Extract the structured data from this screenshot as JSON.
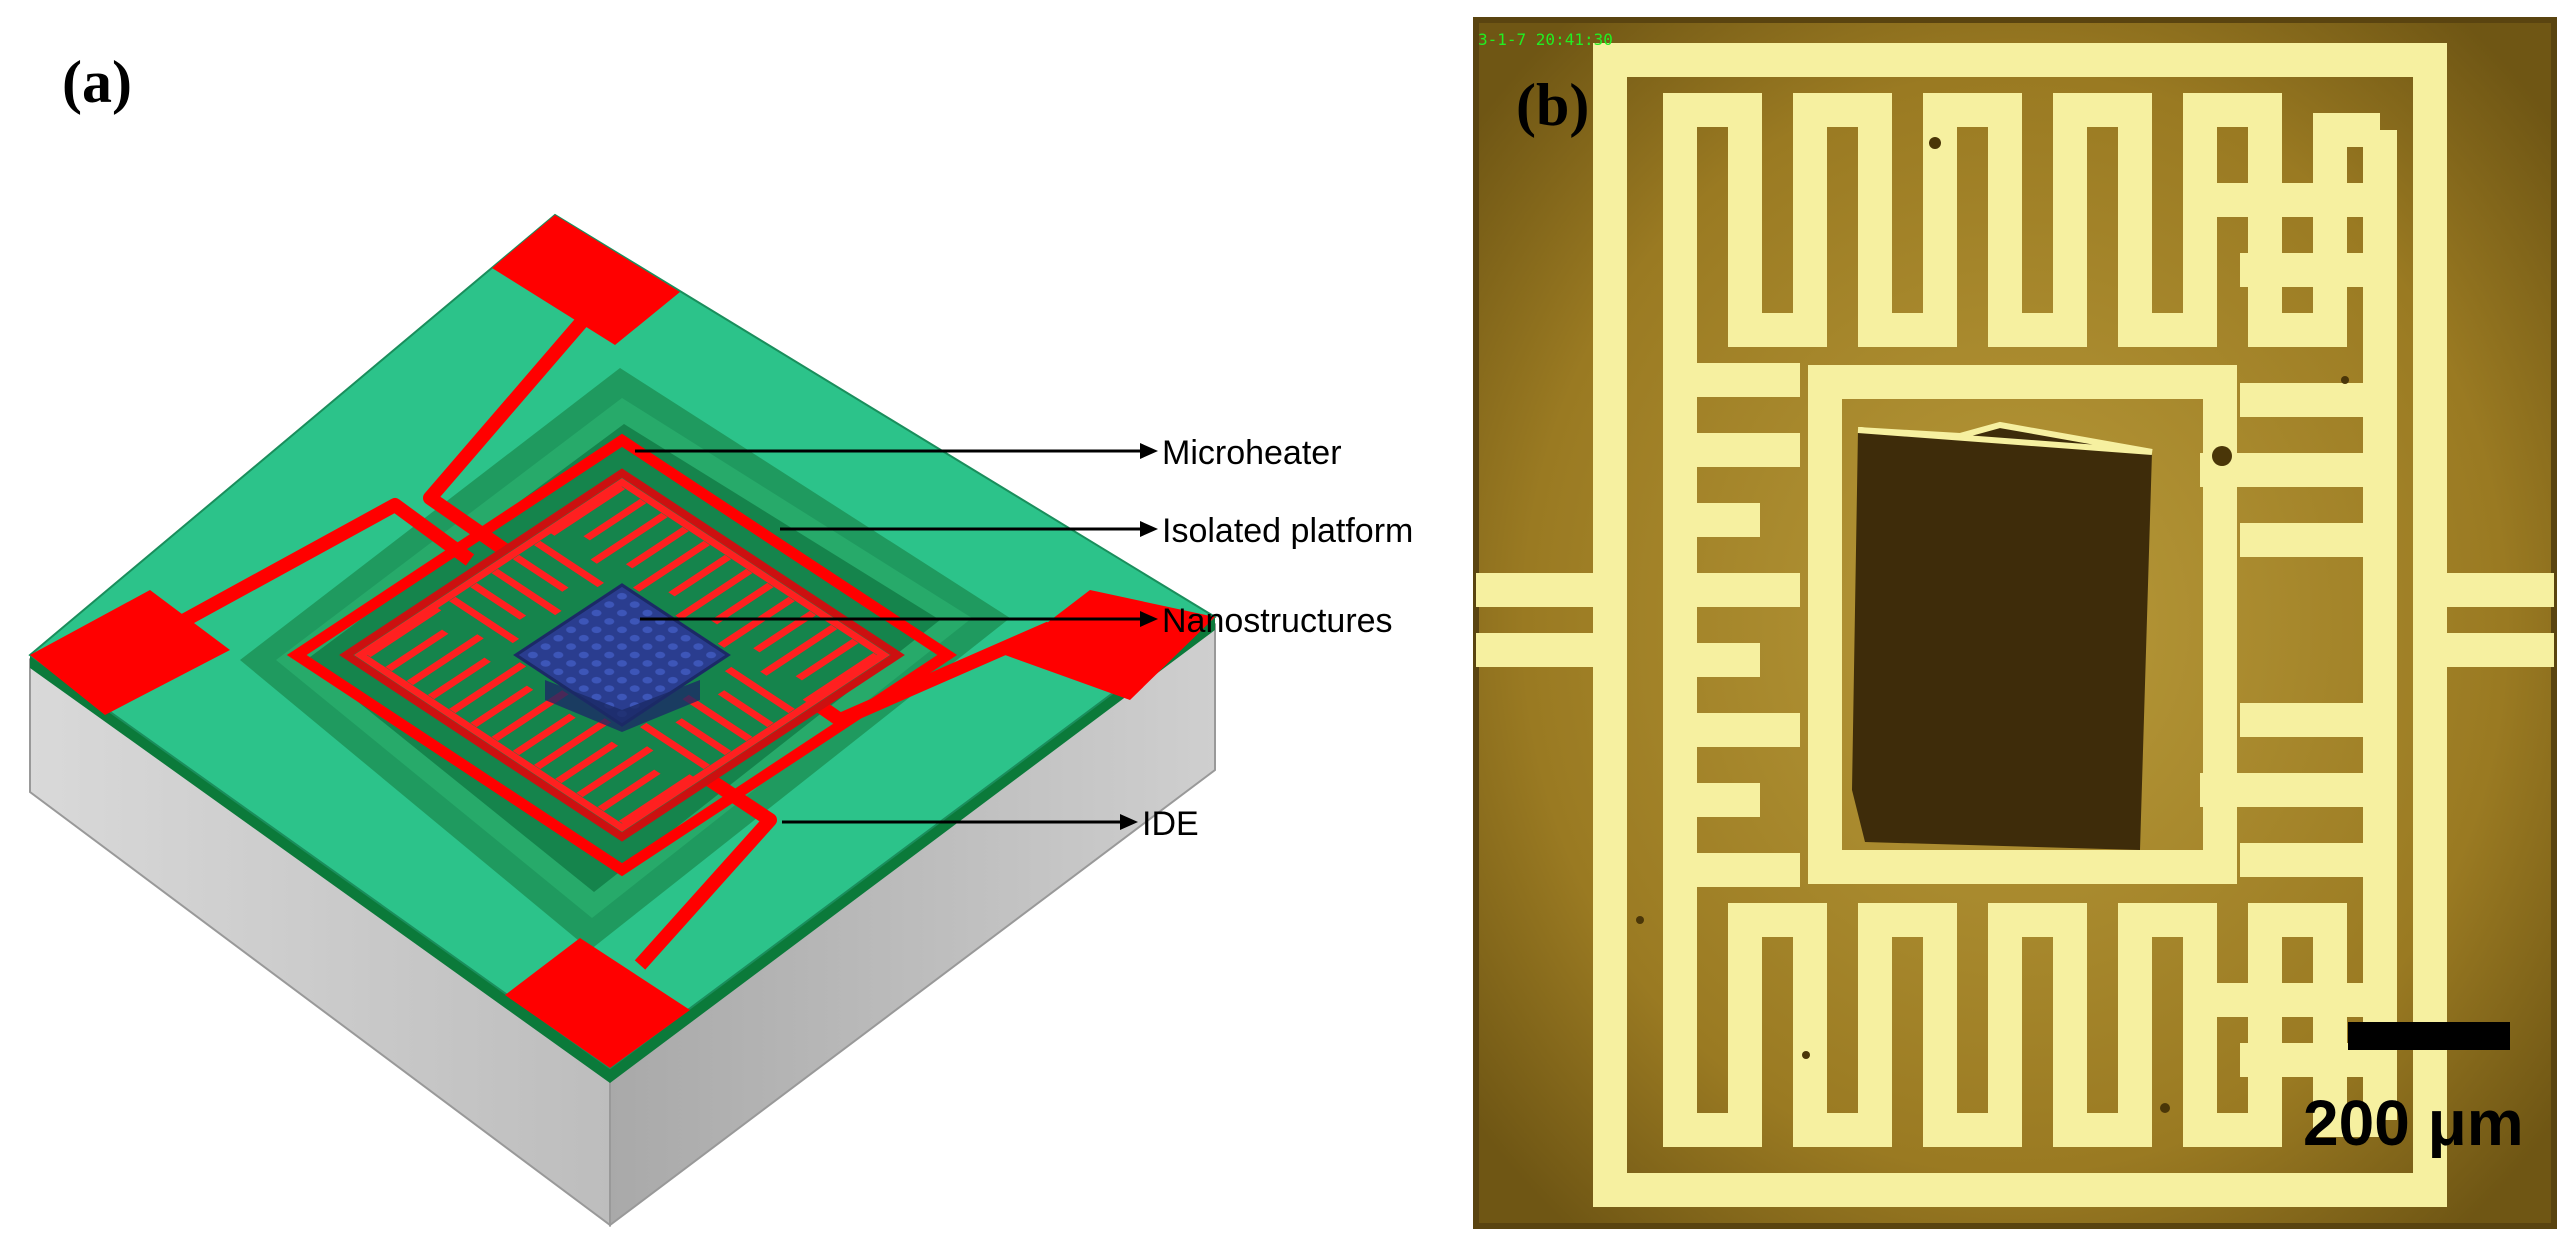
{
  "panel_a": {
    "letter": "(a)",
    "labels": {
      "microheater": "Microheater",
      "isolated_platform": "Isolated platform",
      "nanostructures": "Nanostructures",
      "ide": "IDE"
    },
    "colors": {
      "substrate_top": "#2cc38a",
      "recess": "#1f9a5f",
      "substrate_side": "#c8c8c8",
      "electrode": "#ff0000",
      "nanostructure": "#2a3d8f"
    }
  },
  "panel_b": {
    "letter": "(b)",
    "timestamp": "3-1-7 20:41:30",
    "scale_bar_label": "200 μm",
    "colors": {
      "background": "#9a7a22",
      "metal": "#f6f0a0",
      "window": "#3e2c0a"
    }
  }
}
